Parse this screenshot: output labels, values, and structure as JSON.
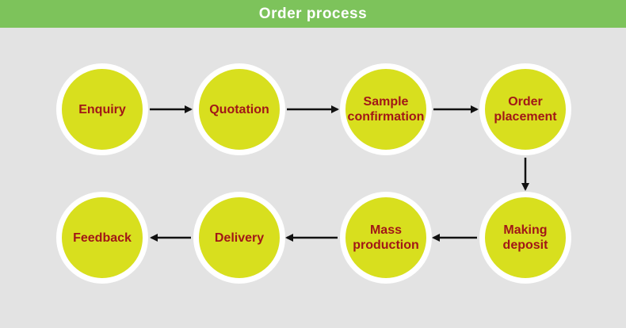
{
  "header": {
    "title": "Order process"
  },
  "colors": {
    "header_bg": "#7dc35b",
    "background": "#e3e3e3",
    "circle_fill": "#d8df1e",
    "circle_border": "#ffffff",
    "label_text": "#a11717",
    "arrow": "#111111"
  },
  "steps": [
    {
      "label": "Enquiry"
    },
    {
      "label": "Quotation"
    },
    {
      "label": "Sample\nconfirmation"
    },
    {
      "label": "Order\nplacement"
    },
    {
      "label": "Making\ndeposit"
    },
    {
      "label": "Mass\nproduction"
    },
    {
      "label": "Delivery"
    },
    {
      "label": "Feedback"
    }
  ]
}
